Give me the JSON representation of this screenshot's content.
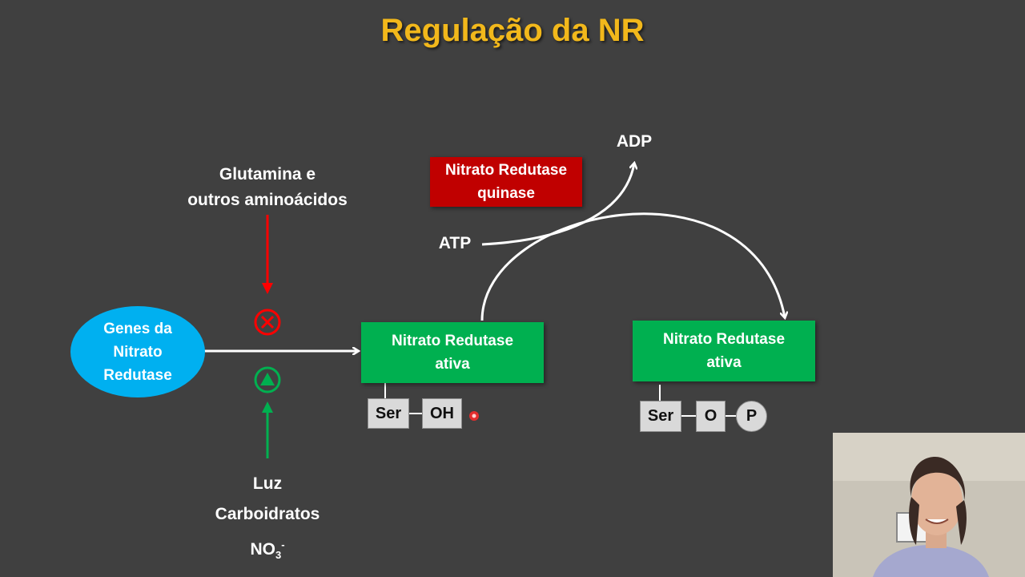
{
  "title": "Regulação da NR",
  "genes": [
    "Genes da",
    "Nitrato",
    "Redutase"
  ],
  "inhibitors": [
    "Glutamina e",
    "outros aminoácidos"
  ],
  "inducers": {
    "line1": "Luz",
    "line2": "Carboidratos",
    "no3_base": "NO",
    "no3_sub": "3",
    "no3_sup": "-"
  },
  "kinase": [
    "Nitrato Redutase",
    "quinase"
  ],
  "enzyme_left": [
    "Nitrato Redutase",
    "ativa"
  ],
  "enzyme_right": [
    "Nitrato Redutase",
    "ativa"
  ],
  "atp": "ATP",
  "adp": "ADP",
  "left_chain": {
    "ser": "Ser",
    "oh": "OH"
  },
  "right_chain": {
    "ser": "Ser",
    "o": "O",
    "p": "P"
  },
  "colors": {
    "background": "#404040",
    "title": "#f2b81b",
    "enzyme": "#00b050",
    "kinase": "#c00000",
    "genes": "#00b0f0",
    "inhibition": "#ff0000",
    "induction": "#00b050"
  }
}
